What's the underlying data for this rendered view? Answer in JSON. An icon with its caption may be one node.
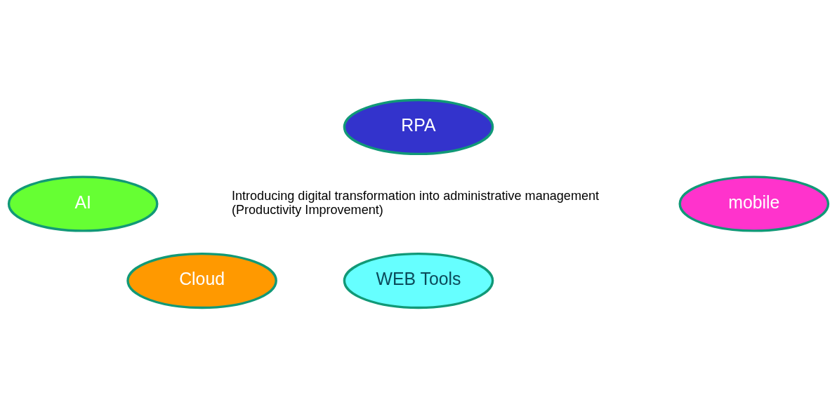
{
  "diagram": {
    "nodes": [
      {
        "text": [
          "RPA"
        ]
      },
      {
        "text": [
          "AI"
        ]
      },
      {
        "text": [
          "mobile"
        ]
      },
      {
        "text": [
          "Cloud"
        ]
      },
      {
        "text": [
          "WEB Tools"
        ]
      }
    ],
    "edges": [],
    "labels": [
      "Introducing digital transformation into administrative management",
      "(Productivity Improvement)"
    ]
  }
}
